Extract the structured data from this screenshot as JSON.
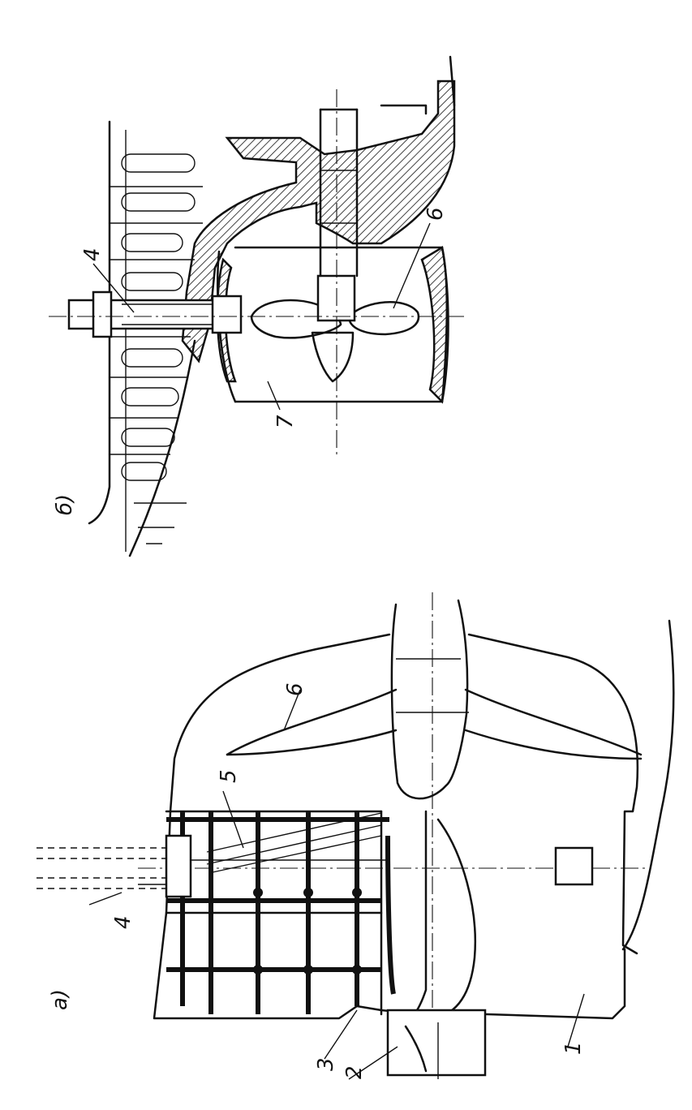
{
  "diagram": {
    "view_a": {
      "letter": "а)",
      "callouts": [
        {
          "id": "c1",
          "text": "1"
        },
        {
          "id": "c2",
          "text": "2"
        },
        {
          "id": "c3",
          "text": "3"
        },
        {
          "id": "c4",
          "text": "4"
        },
        {
          "id": "c5",
          "text": "5"
        },
        {
          "id": "c6",
          "text": "6"
        }
      ]
    },
    "view_b": {
      "letter": "б)",
      "callouts": [
        {
          "id": "c4",
          "text": "4"
        },
        {
          "id": "c6",
          "text": "6"
        },
        {
          "id": "c7",
          "text": "7"
        }
      ]
    }
  }
}
